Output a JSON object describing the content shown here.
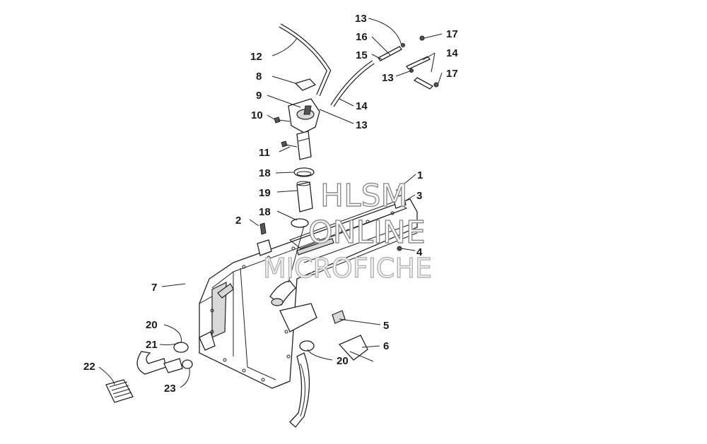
{
  "watermark": {
    "line1": "HLSM",
    "line2": "ONLINE",
    "line3": "MICROFICHE"
  },
  "callouts": {
    "c1": "1",
    "c2": "2",
    "c3": "3",
    "c4": "4",
    "c5": "5",
    "c6": "6",
    "c7": "7",
    "c8": "8",
    "c9": "9",
    "c10": "10",
    "c11": "11",
    "c12": "12",
    "c13a": "13",
    "c13b": "13",
    "c13c": "13",
    "c14a": "14",
    "c14b": "14",
    "c15": "15",
    "c16": "16",
    "c17a": "17",
    "c17b": "17",
    "c18a": "18",
    "c18b": "18",
    "c19": "19",
    "c20a": "20",
    "c20b": "20",
    "c21": "21",
    "c22": "22",
    "c23": "23"
  }
}
